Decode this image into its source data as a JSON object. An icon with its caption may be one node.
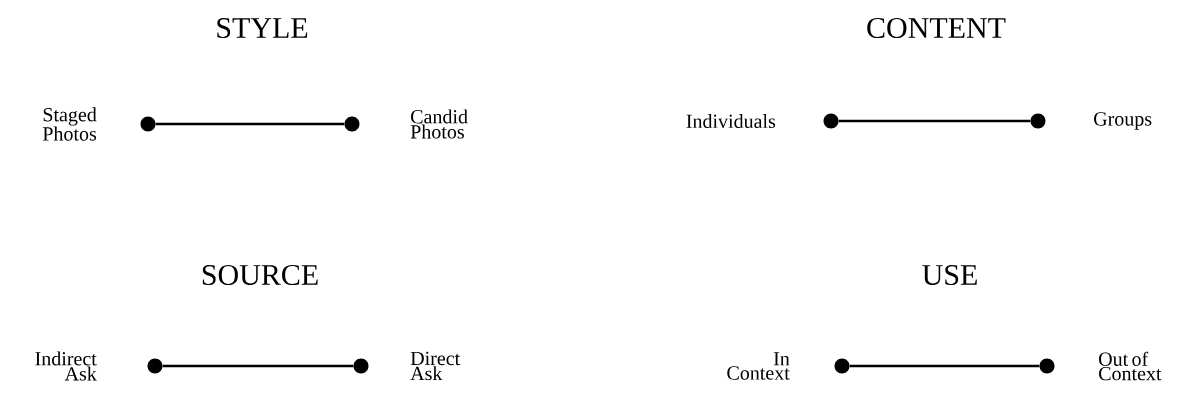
{
  "diagram": {
    "nodes": [
      {
        "text": [],
        "shape": "circle",
        "beside": [
          "Staged Photos"
        ]
      },
      {
        "text": [],
        "shape": "circle",
        "beside": [
          "Candid Photos"
        ]
      },
      {
        "text": [],
        "shape": "circle",
        "beside": [
          "Individuals"
        ]
      },
      {
        "text": [],
        "shape": "circle",
        "beside": [
          "Groups"
        ]
      },
      {
        "text": [],
        "shape": "circle",
        "beside": [
          "Indirect Ask"
        ]
      },
      {
        "text": [],
        "shape": "circle",
        "beside": [
          "Direct Ask"
        ]
      },
      {
        "text": [],
        "shape": "circle",
        "beside": [
          "In Context"
        ]
      },
      {
        "text": [],
        "shape": "circle",
        "beside": [
          "Out of Context"
        ]
      }
    ],
    "edges": [
      {
        "from": 0,
        "to": 1,
        "arrow": "none"
      },
      {
        "from": 2,
        "to": 3,
        "arrow": "none"
      },
      {
        "from": 4,
        "to": 5,
        "arrow": "none"
      },
      {
        "from": 6,
        "to": 7,
        "arrow": "none"
      }
    ],
    "labels": [
      "STYLE",
      "CONTENT",
      "SOURCE",
      "USE"
    ]
  }
}
